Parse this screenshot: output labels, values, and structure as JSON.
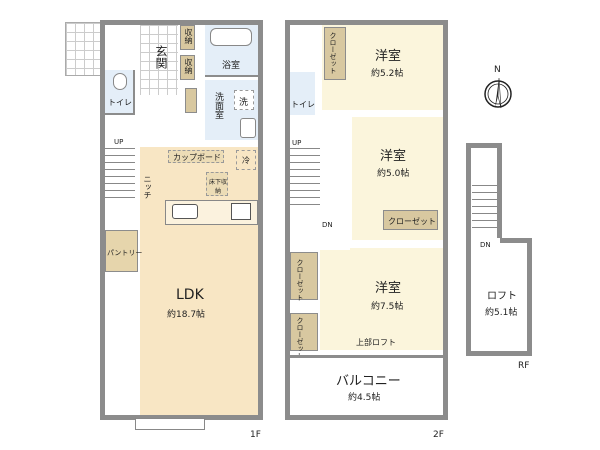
{
  "floor1": {
    "label": "1F",
    "entrance": "玄関",
    "storage1": "収納",
    "storage2": "収納",
    "bath": "浴室",
    "washroom": "洗面室",
    "washer": "洗",
    "toilet": "トイレ",
    "stairs": "UP",
    "cupboard": "カップボード",
    "fridge": "冷",
    "underfloor": "床下収納",
    "niche": "ニッチ",
    "pantry": "パントリー",
    "ldk": "LDK",
    "ldk_size": "約18.7帖"
  },
  "floor2": {
    "label": "2F",
    "room1": "洋室",
    "room1_size": "約5.2帖",
    "room1_closet": "クローゼット",
    "toilet": "トイレ",
    "room2": "洋室",
    "room2_size": "約5.0帖",
    "room2_closet": "クローゼット",
    "stairs_up": "UP",
    "stairs_dn": "DN",
    "room3": "洋室",
    "room3_size": "約7.5帖",
    "closet_a": "クローゼット",
    "closet_b": "クローゼット",
    "loft_above": "上部ロフト",
    "balcony": "バルコニー",
    "balcony_size": "約4.5帖"
  },
  "loft": {
    "label": "RF",
    "name": "ロフト",
    "size": "約5.1帖",
    "stairs": "DN"
  },
  "compass": {
    "north": "N"
  },
  "colors": {
    "wall": "#8c8c8c",
    "ldk": "#f8e6c4",
    "room": "#fbf5dc",
    "wet": "#e4eef8",
    "closet": "#d8c8a0"
  }
}
